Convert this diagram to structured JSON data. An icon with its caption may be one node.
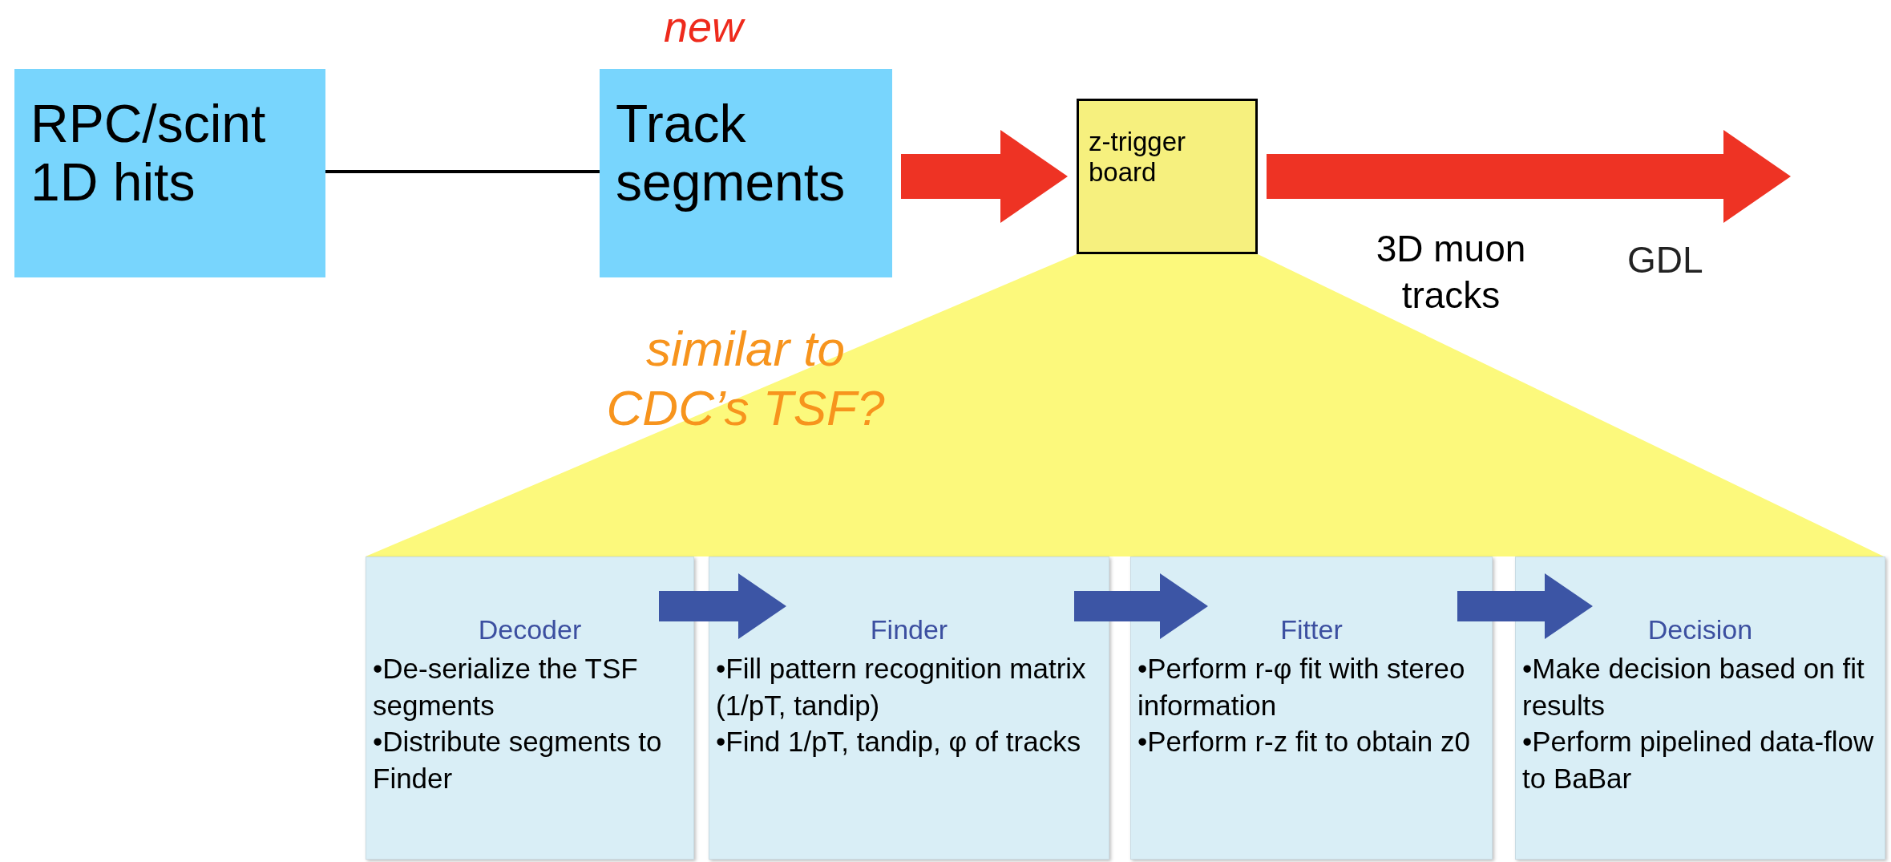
{
  "diagram": {
    "nodes": [
      {
        "text": [
          "RPC/scint 1D hits"
        ]
      },
      {
        "text": [
          "Track segments"
        ],
        "beside": [
          "new"
        ]
      },
      {
        "text": [
          "z-trigger board"
        ]
      },
      {
        "text": [
          "Decoder",
          "•De-serialize the TSF segments",
          "•Distribute segments to Finder"
        ]
      },
      {
        "text": [
          "Finder",
          "•Fill pattern recognition matrix (1/pT, tandip)",
          "•Find 1/pT, tandip, φ of tracks"
        ]
      },
      {
        "text": [
          "Fitter",
          "•Perform r-φ fit with stereo information",
          "•Perform r-z fit to obtain z0"
        ]
      },
      {
        "text": [
          "Decision",
          "•Make decision based on fit results",
          "•Perform pipelined data-flow to BaBar"
        ]
      }
    ],
    "edges": [
      {
        "from": 0,
        "to": 1,
        "arrow": "none",
        "color": "#000000"
      },
      {
        "from": 1,
        "to": 2,
        "arrow": "to",
        "style": "thick",
        "color": "#ee3324"
      },
      {
        "from": 2,
        "to": null,
        "arrow": "to",
        "style": "thick",
        "color": "#ee3324"
      },
      {
        "from": 3,
        "to": 4,
        "arrow": "to",
        "style": "thick",
        "color": "#3c55a5"
      },
      {
        "from": 4,
        "to": 5,
        "arrow": "to",
        "style": "thick",
        "color": "#3c55a5"
      },
      {
        "from": 5,
        "to": 6,
        "arrow": "to",
        "style": "thick",
        "color": "#3c55a5"
      }
    ],
    "labels": [
      "3D muon tracks",
      "GDL",
      "similar to CDC’s TSF?"
    ]
  }
}
